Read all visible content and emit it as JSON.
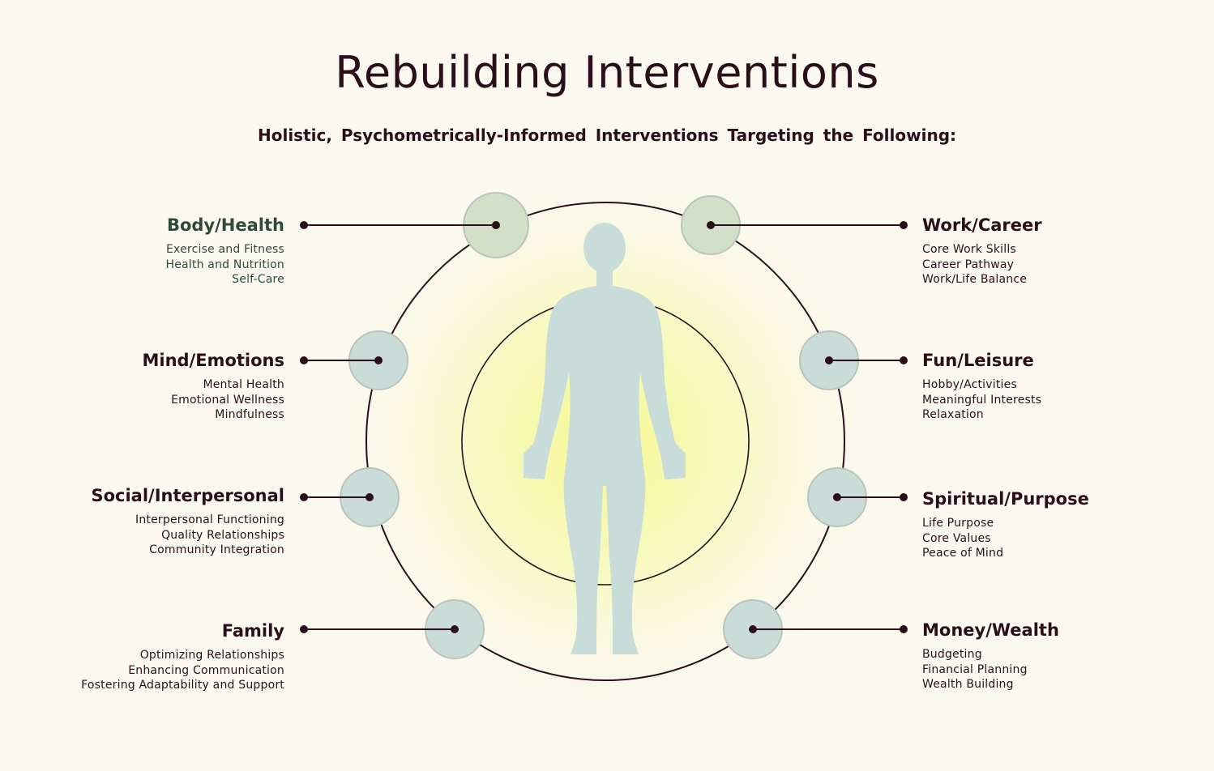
{
  "title": "Rebuilding Interventions",
  "subtitle": "Holistic, Psychometrically-Informed Interventions Targeting the Following:",
  "colors": {
    "background": "#fbf8f0",
    "ink": "#2a0f1a",
    "node_fill": "#c9dcd8",
    "node_fill_top": "#d3e0c8",
    "figure": "#c8dcd9",
    "glow": "#f6f9a0"
  },
  "left": [
    {
      "title": "Body/Health",
      "items": [
        "Exercise and Fitness",
        "Health and Nutrition",
        "Self-Care"
      ]
    },
    {
      "title": "Mind/Emotions",
      "items": [
        "Mental Health",
        "Emotional Wellness",
        "Mindfulness"
      ]
    },
    {
      "title": "Social/Interpersonal",
      "items": [
        "Interpersonal Functioning",
        "Quality Relationships",
        "Community Integration"
      ]
    },
    {
      "title": "Family",
      "items": [
        "Optimizing Relationships",
        "Enhancing Communication",
        "Fostering Adaptability and Support"
      ]
    }
  ],
  "right": [
    {
      "title": "Work/Career",
      "items": [
        "Core Work Skills",
        "Career Pathway",
        "Work/Life Balance"
      ]
    },
    {
      "title": "Fun/Leisure",
      "items": [
        "Hobby/Activities",
        "Meaningful Interests",
        "Relaxation"
      ]
    },
    {
      "title": "Spiritual/Purpose",
      "items": [
        "Life Purpose",
        "Core Values",
        "Peace of Mind"
      ]
    },
    {
      "title": "Money/Wealth",
      "items": [
        "Budgeting",
        "Financial Planning",
        "Wealth Building"
      ]
    }
  ]
}
